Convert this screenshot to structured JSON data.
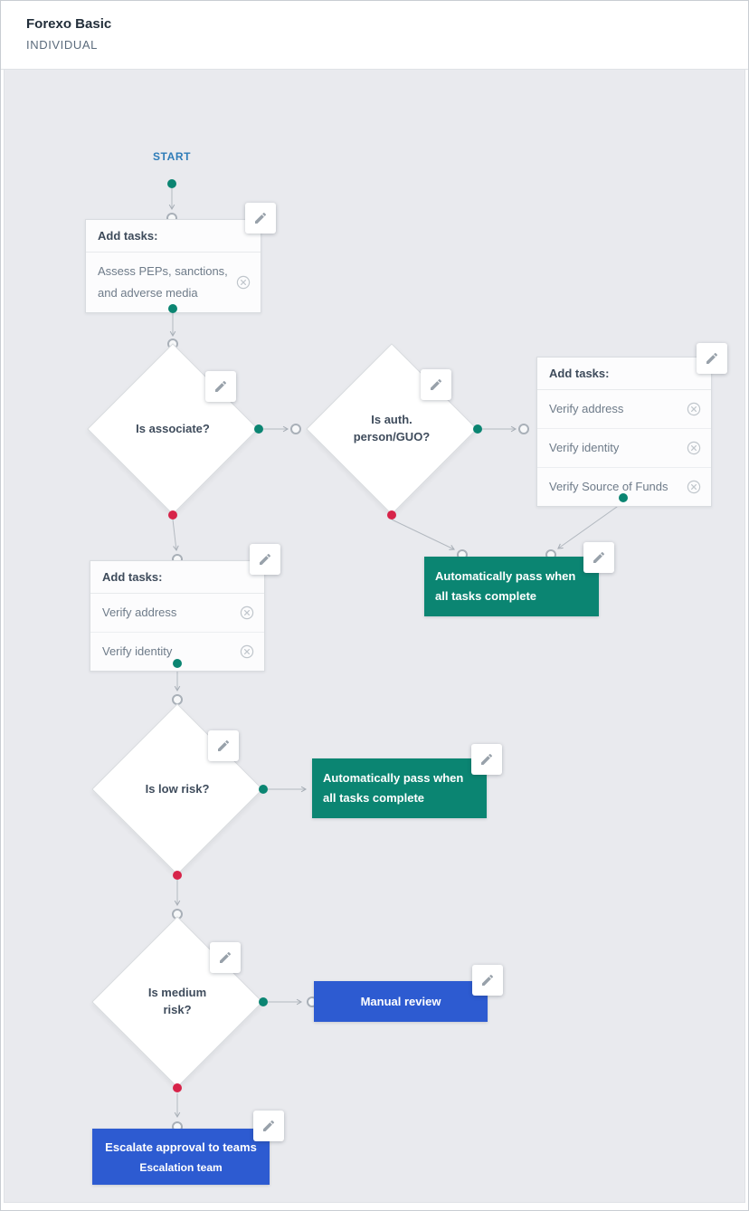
{
  "header": {
    "title": "Forexo Basic",
    "subtitle": "INDIVIDUAL"
  },
  "flow": {
    "start_label": "START",
    "task_box_1": {
      "header": "Add tasks:",
      "items": [
        "Assess PEPs, sanctions, and adverse media"
      ]
    },
    "task_box_2": {
      "header": "Add tasks:",
      "items": [
        "Verify address",
        "Verify identity",
        "Verify Source of Funds"
      ]
    },
    "task_box_3": {
      "header": "Add tasks:",
      "items": [
        "Verify address",
        "Verify identity"
      ]
    },
    "decision_1": {
      "label": "Is associate?"
    },
    "decision_2": {
      "label": "Is auth. person/GUO?"
    },
    "decision_3": {
      "label": "Is low risk?"
    },
    "decision_4": {
      "label": "Is medium risk?"
    },
    "outcome_pass_1": {
      "label": "Automatically pass when all tasks complete"
    },
    "outcome_pass_2": {
      "label": "Automatically pass when all tasks complete"
    },
    "outcome_manual_review": {
      "label": "Manual review"
    },
    "outcome_escalate": {
      "label": "Escalate approval to teams",
      "team": "Escalation team"
    }
  },
  "icons": {
    "edit": "pencil",
    "remove": "circle-x"
  },
  "colors": {
    "branch_yes": "#0b8572",
    "branch_no": "#d72349",
    "pass_box": "#0b8572",
    "action_box": "#2d5bd1",
    "start_label": "#2e7cb8",
    "canvas_bg": "#e9eaee"
  }
}
